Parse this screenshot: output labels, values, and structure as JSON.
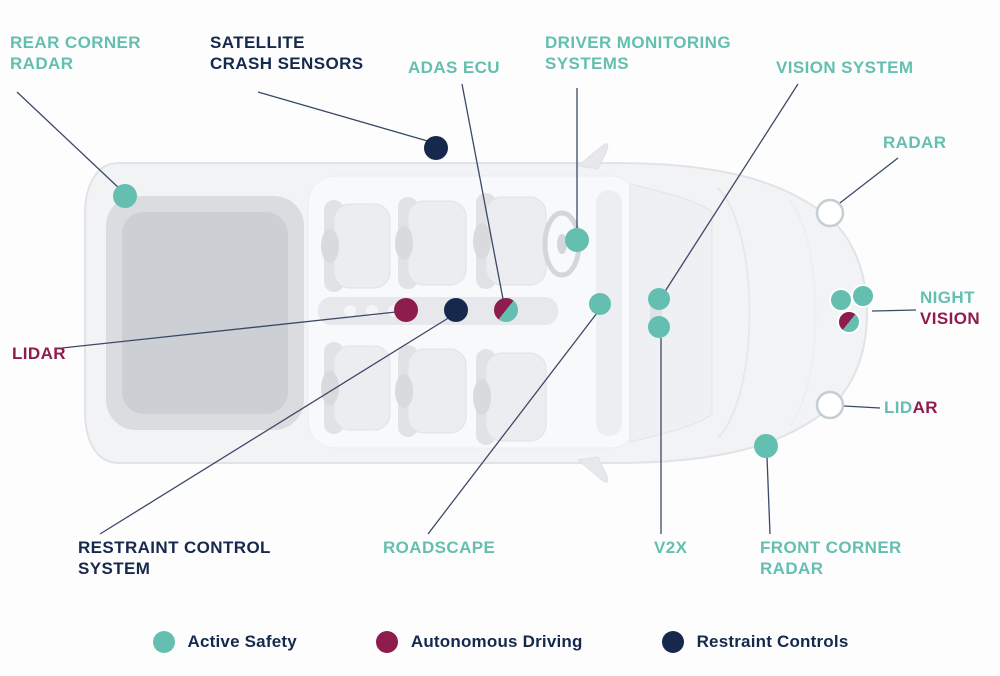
{
  "colors": {
    "teal": "#64bfb0",
    "maroon": "#8e1c4d",
    "navy": "#16294d",
    "line": "#3a4a66",
    "white_dot_fill": "#ffffff",
    "white_dot_stroke": "#c4ced3"
  },
  "labels": {
    "rear_corner_radar": {
      "line1": "REAR CORNER",
      "line2": "RADAR"
    },
    "satellite_crash_sensors": {
      "line1": "SATELLITE",
      "line2": "CRASH SENSORS"
    },
    "adas_ecu": {
      "text": "ADAS ECU"
    },
    "driver_monitoring": {
      "line1": "DRIVER MONITORING",
      "line2": "SYSTEMS"
    },
    "vision_system": {
      "text": "VISION SYSTEM"
    },
    "radar": {
      "text": "RADAR"
    },
    "night_vision": {
      "line1": "NIGHT",
      "line2": "VISION"
    },
    "lidar_right": {
      "part1": "LID",
      "part2": "AR"
    },
    "lidar_left": {
      "text": "LIDAR"
    },
    "restraint_control": {
      "line1": "RESTRAINT CONTROL",
      "line2": "SYSTEM"
    },
    "roadscape": {
      "text": "ROADSCAPE"
    },
    "v2x": {
      "text": "V2X"
    },
    "front_corner_radar": {
      "line1": "FRONT CORNER",
      "line2": "RADAR"
    }
  },
  "legend": [
    {
      "label": "Active Safety",
      "color": "#64bfb0"
    },
    {
      "label": "Autonomous Driving",
      "color": "#8e1c4d"
    },
    {
      "label": "Restraint Controls",
      "color": "#16294d"
    }
  ]
}
